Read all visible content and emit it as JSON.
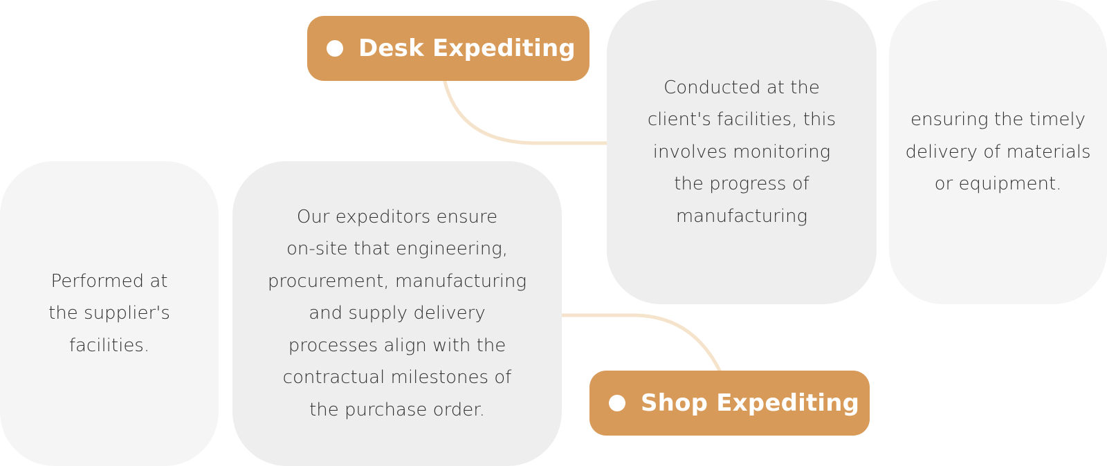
{
  "nodes": {
    "desk": {
      "label": "Desk Expediting",
      "color": "#d89a58"
    },
    "shop": {
      "label": "Shop Expediting",
      "color": "#d89a58"
    }
  },
  "cards": {
    "desk_detail": [
      "Conducted at the",
      "client's facilities, this",
      "involves monitoring",
      "the progress of",
      "manufacturing"
    ],
    "desk_extra": [
      "ensuring the timely",
      "delivery of materials",
      "or equipment."
    ],
    "shop_summary": [
      "Performed at",
      "the supplier's",
      "facilities."
    ],
    "shop_detail": [
      "Our expeditors ensure",
      "on-site that engineering,",
      "procurement, manufacturing",
      "and supply delivery",
      "processes align with the",
      "contractual milestones of",
      "the purchase order."
    ]
  },
  "colors": {
    "pill": "#d89a58",
    "card_primary": "#eeeeee",
    "card_faded": "#f5f5f5",
    "connector": "#f6e3cb"
  }
}
